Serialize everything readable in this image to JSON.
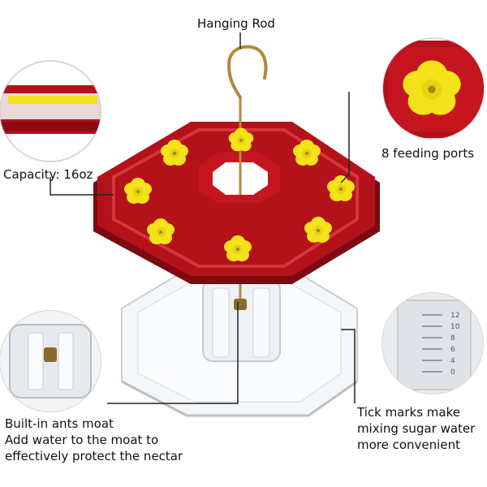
{
  "labels": {
    "rod": "Hanging Rod",
    "capacity": "Capacity: 16oz",
    "ports": "8 feeding ports",
    "moat": [
      "Built-in ants moat",
      "Add water to the moat to",
      "effectively protect the nectar"
    ],
    "tick": [
      "Tick marks make",
      "mixing sugar water",
      "more convenient"
    ]
  },
  "tick_numbers": [
    "12",
    "10",
    "8",
    "6",
    "4",
    "0"
  ],
  "colors": {
    "feeder_red": "#b3121b",
    "feeder_red_dark": "#7d0a10",
    "flower_yellow": "#f4e21a",
    "flower_center": "#d9c60e",
    "rod_brass": "#b08a3c",
    "leader_line": "#222222",
    "circle_border": "#d8d8d8"
  },
  "icons": [
    "flower-icon",
    "hook-icon"
  ]
}
